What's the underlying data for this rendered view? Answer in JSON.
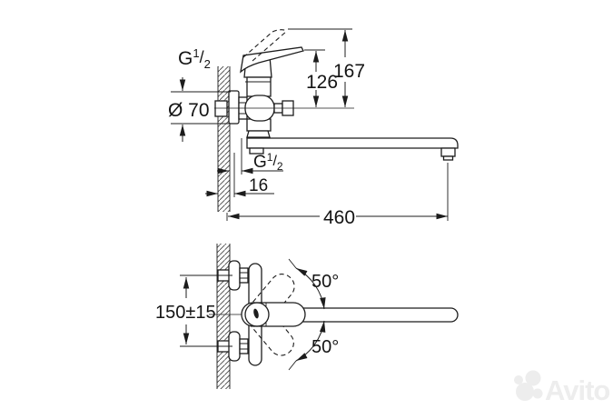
{
  "labels": {
    "g_half": {
      "g": "G",
      "num": "1",
      "slash": "/",
      "den": "2"
    },
    "diameter": "Ø 70",
    "height_to_handle": "126",
    "height_handle_raised": "167",
    "wall_clearance": "16",
    "spout_reach": "460",
    "connection_spacing": "150±15",
    "swivel_angle_up": "50°",
    "swivel_angle_down": "50°"
  },
  "watermark": {
    "text": "Avito"
  },
  "colors": {
    "line": "#1c1c1c",
    "watermark": "#ededed",
    "background": "#ffffff"
  }
}
